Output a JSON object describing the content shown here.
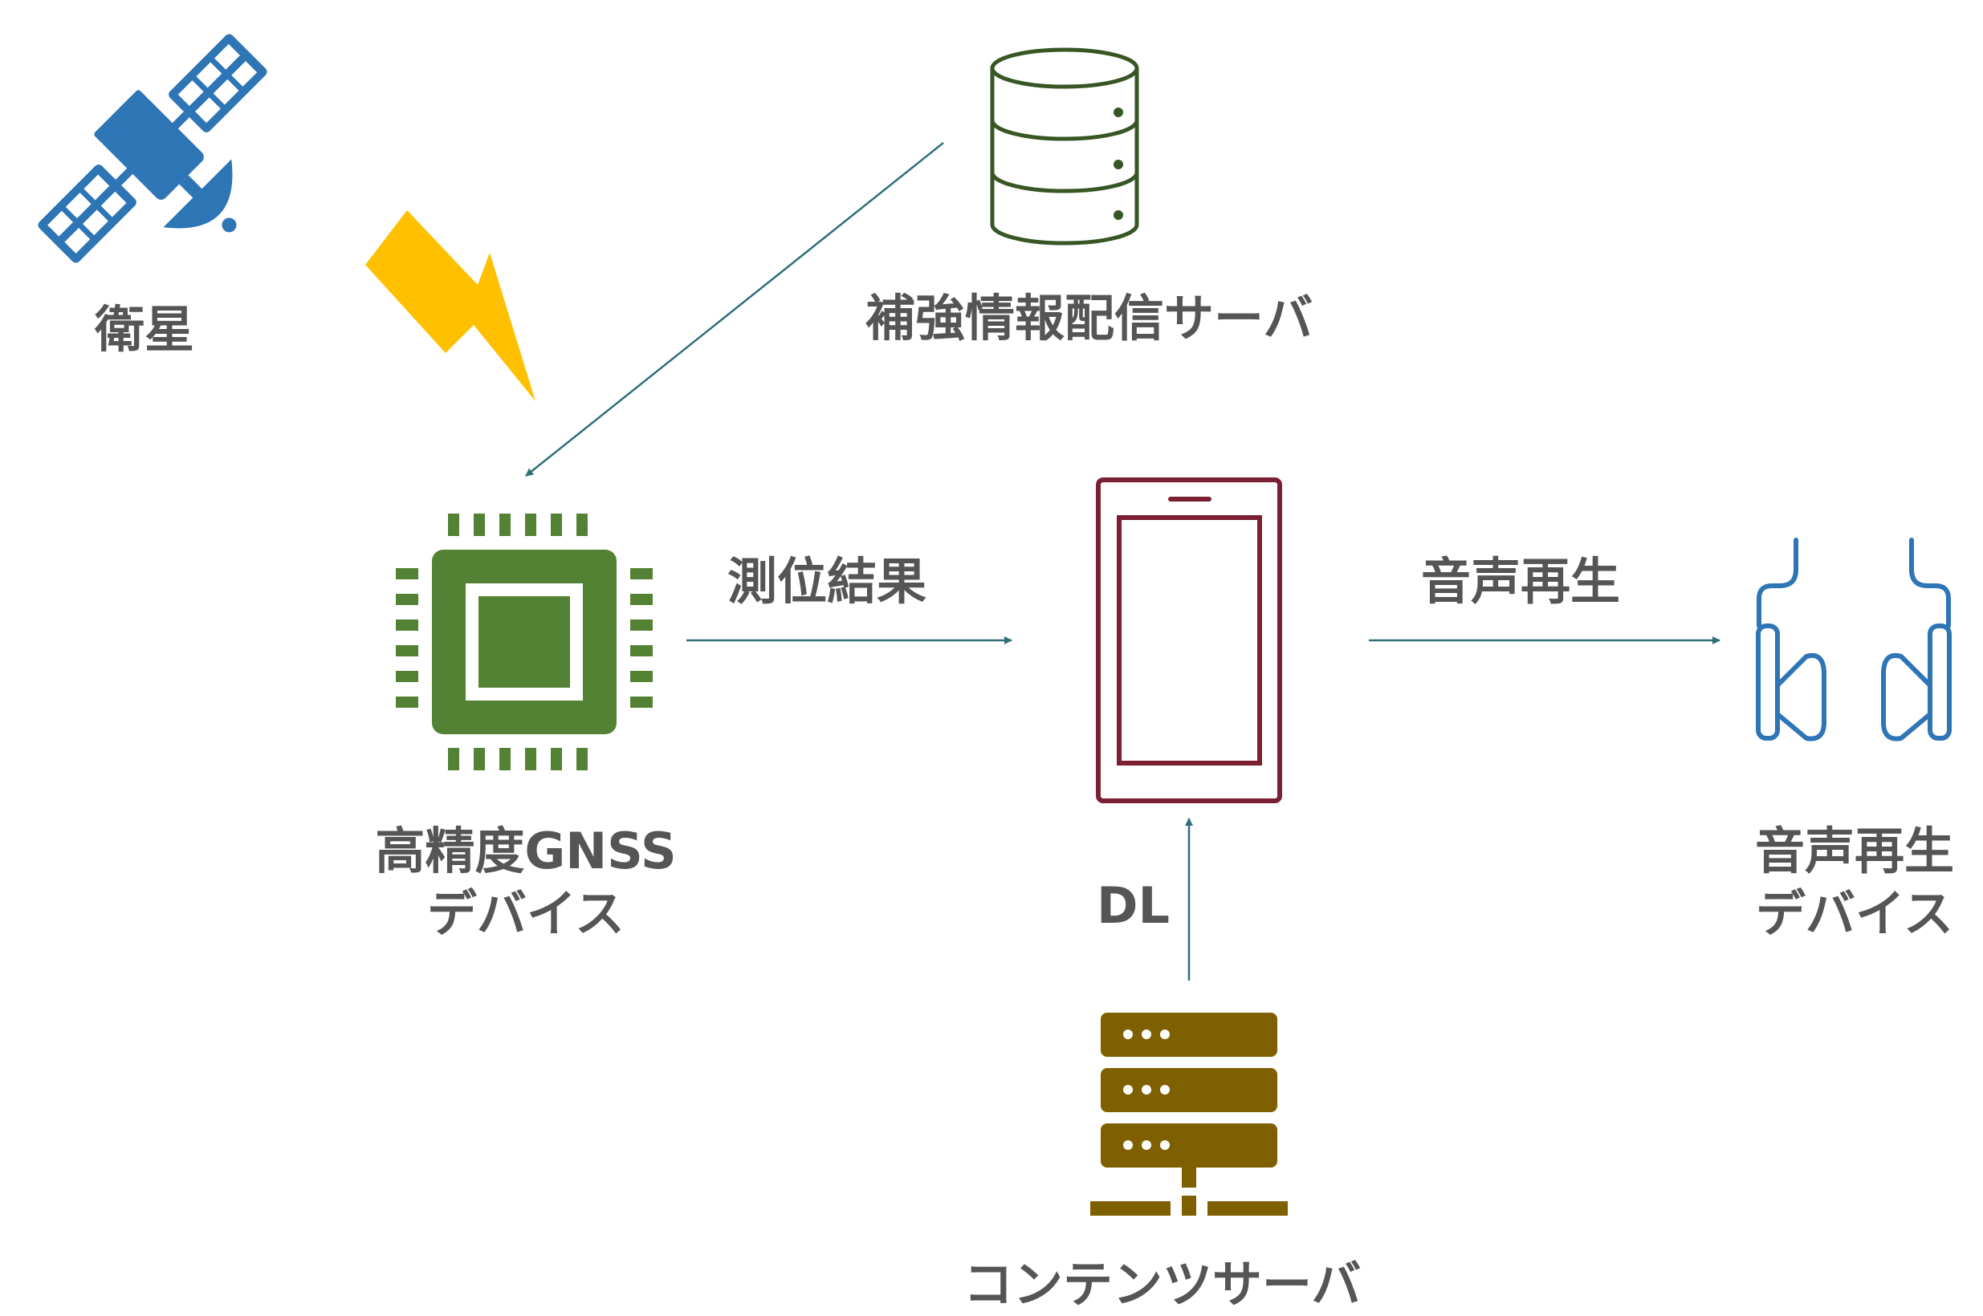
{
  "nodes": {
    "satellite": {
      "label": "衛星",
      "icon": "satellite-icon",
      "color": "#2E75B6"
    },
    "augmentation_server": {
      "label": "補強情報配信サーバ",
      "icon": "database-icon",
      "color": "#375623"
    },
    "gnss_device": {
      "label_line1": "高精度GNSS",
      "label_line2": "デバイス",
      "icon": "chip-icon",
      "color": "#548235"
    },
    "smartphone": {
      "icon": "smartphone-icon",
      "color": "#7B1F32"
    },
    "audio_device": {
      "label_line1": "音声再生",
      "label_line2": "デバイス",
      "icon": "earphones-icon",
      "color": "#2E75B6"
    },
    "content_server": {
      "label": "コンテンツサーバ",
      "icon": "server-rack-icon",
      "color": "#7F6000"
    }
  },
  "edges": {
    "positioning": {
      "label": "測位結果"
    },
    "playback": {
      "label": "音声再生"
    },
    "download": {
      "label": "DL"
    }
  },
  "signal": {
    "icon": "lightning-icon",
    "color": "#FFC000"
  },
  "arrow_color": "#2F6F7A"
}
